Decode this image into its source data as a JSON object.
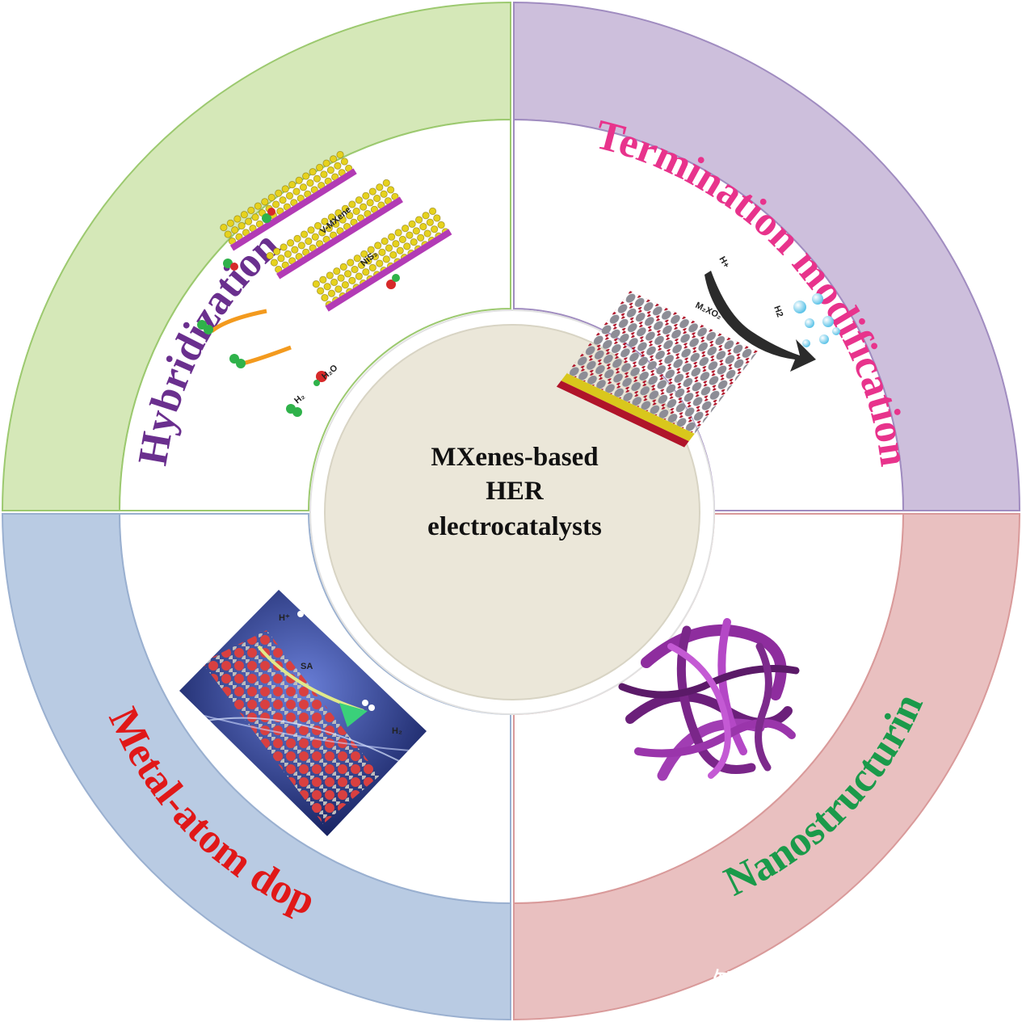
{
  "center": {
    "lines": [
      "MXenes-based",
      "HER",
      "electrocatalysts"
    ],
    "fill": "#ebe7d9"
  },
  "quadrants": {
    "top_left": {
      "label": "Hybridization",
      "band_color": "#d5e8b8",
      "edge_color": "#9cc96f",
      "text_color": "#6a2f8e"
    },
    "top_right": {
      "label": "Termination modification",
      "band_color": "#cdbfdc",
      "edge_color": "#a08cc0",
      "text_color": "#e8338c"
    },
    "bottom_left": {
      "label": "Metal-atom doping",
      "band_color": "#b9cbe3",
      "edge_color": "#9ab0d0",
      "text_color": "#e01818"
    },
    "bottom_right": {
      "label": "Nanostructuring",
      "band_color": "#e9c0c0",
      "edge_color": "#d99a9a",
      "text_color": "#1a9a4a"
    }
  },
  "illustrations": {
    "hybrid": {
      "v_mxene": "V-MXene",
      "nis2": "NiS₂",
      "h2": "H₂",
      "h2o": "H₂O"
    },
    "termination": {
      "h_plus": "H+",
      "h2": "H2",
      "formula": "M₂XO₂"
    },
    "doping": {
      "h_plus": "H⁺",
      "sa": "SA",
      "h2": "H₂"
    }
  },
  "watermark": "知乎 @Nature Portfolio"
}
